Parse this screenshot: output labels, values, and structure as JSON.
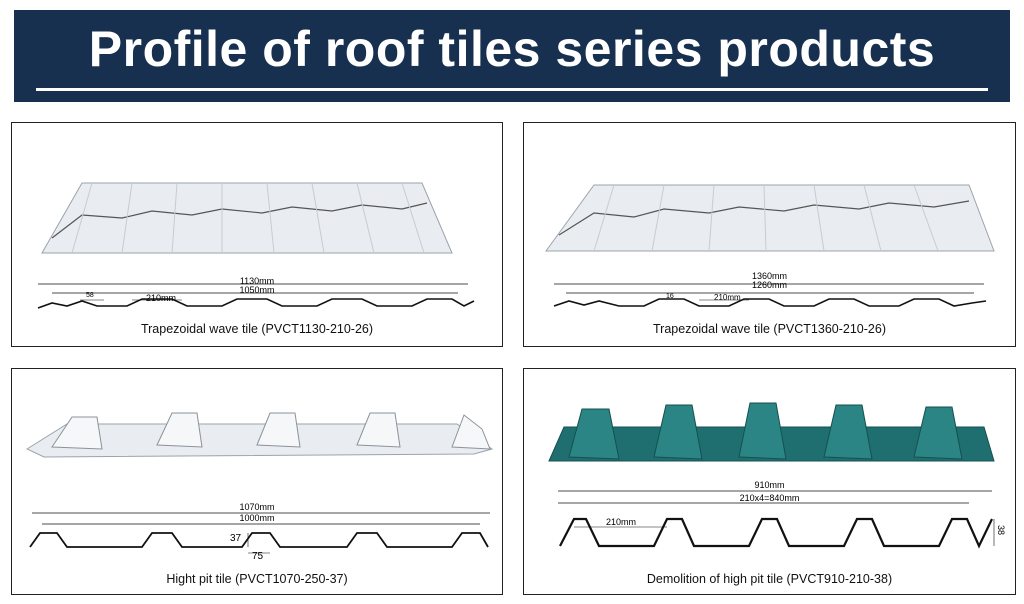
{
  "title": "Profile of roof tiles series products",
  "colors": {
    "banner": "#17304f",
    "white_tile": "#e9edf1",
    "green_tile": "#1f6f70"
  },
  "panels": [
    {
      "caption": "Trapezoidal wave tile  (PVCT1130-210-26)",
      "dims": {
        "overall": "1130mm",
        "effective": "1050mm",
        "pitch": "210mm",
        "rib": "58"
      }
    },
    {
      "caption": "Trapezoidal wave tile  (PVCT1360-210-26)",
      "dims": {
        "overall": "1360mm",
        "effective": "1260mm",
        "pitch": "210mm",
        "rib": "16"
      }
    },
    {
      "caption": "Hight pit tile  (PVCT1070-250-37)",
      "dims": {
        "overall": "1070mm",
        "effective": "1000mm",
        "height": "37",
        "rib": "75"
      }
    },
    {
      "caption": "Demolition of high pit tile  (PVCT910-210-38)",
      "dims": {
        "overall": "910mm",
        "effective": "210x4=840mm",
        "pitch": "210mm",
        "height": "38"
      }
    }
  ]
}
